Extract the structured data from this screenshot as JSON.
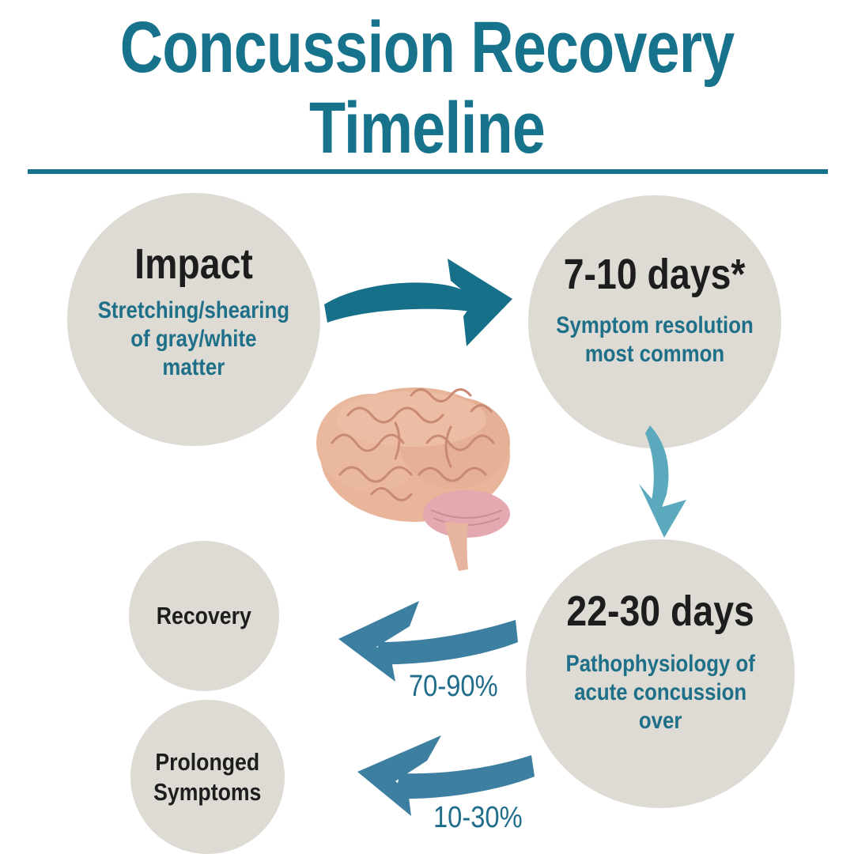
{
  "title": {
    "line1": "Concussion Recovery",
    "line2": "Timeline"
  },
  "impact": {
    "heading": "Impact",
    "description_lines": [
      "Stretching/shearing",
      "of gray/white",
      "matter"
    ]
  },
  "stage_7_10": {
    "heading": "7-10 days*",
    "description_lines": [
      "Symptom resolution",
      "most common"
    ]
  },
  "stage_22_30": {
    "heading": "22-30 days",
    "description_lines": [
      "Pathophysiology of",
      "acute concussion",
      "over"
    ]
  },
  "recovery": {
    "label": "Recovery",
    "percent": "70-90%"
  },
  "prolonged": {
    "label_lines": [
      "Prolonged",
      "Symptoms"
    ],
    "percent": "10-30%"
  },
  "colors": {
    "title": "#17738c",
    "circle": "#dedad4",
    "arrow_dark": "#17708a",
    "arrow_light": "#5aa9bd",
    "arrow_mid": "#3c7fa0",
    "brain": "#e8b59a"
  },
  "icons": [
    "brain-illustration",
    "curved-arrow-right",
    "curved-arrow-down",
    "curved-arrow-left"
  ]
}
